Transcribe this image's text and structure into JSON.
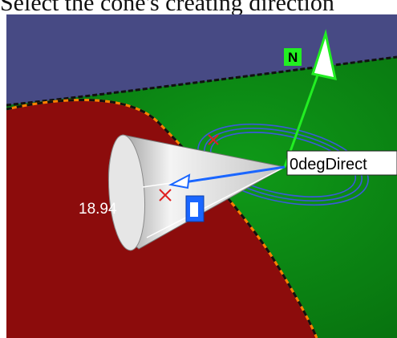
{
  "caption": "Select the cone's creating direction",
  "viewport": {
    "colors": {
      "sky": "#474a84",
      "green_surface": "#0a8a14",
      "red_surface": "#8c0c0c",
      "boundary_orange": "#ff8000",
      "compass_green": "#22ee22",
      "cone_fill": "#d8d8d8",
      "manipulator_blue": "#1a66ff",
      "cross_red": "#e02020"
    },
    "normal_label": "N",
    "direction_label": "0degDirect",
    "angle_value": "18.94"
  }
}
